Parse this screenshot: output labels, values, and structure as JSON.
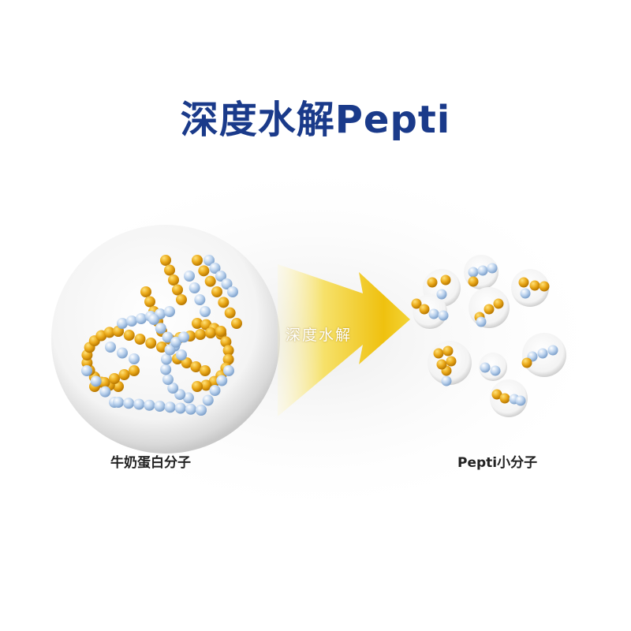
{
  "title": "深度水解Pepti",
  "arrow_label": "深度水解",
  "left_label": "牛奶蛋白分子",
  "right_label": "Pepti小分子",
  "colors": {
    "title": "#1a3a8a",
    "gold_bead": "#e8a81c",
    "blue_bead": "#a9c6e8",
    "arrow": "#f2d22e"
  }
}
